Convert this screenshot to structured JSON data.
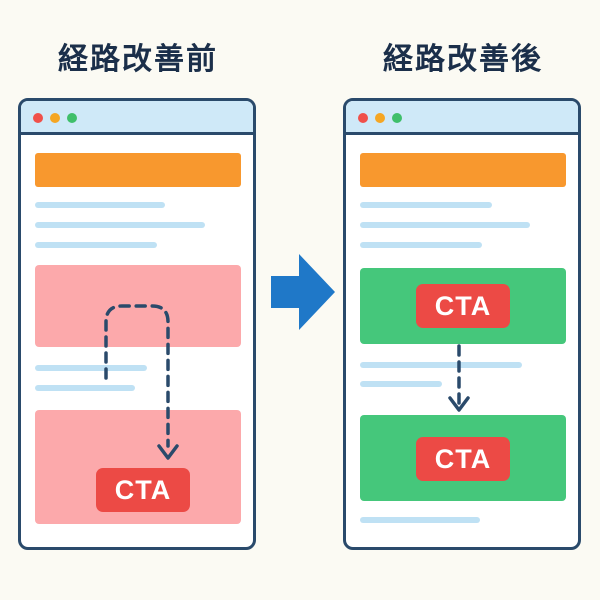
{
  "before": {
    "heading": "経路改善前",
    "cta_label": "CTA"
  },
  "after": {
    "heading": "経路改善後",
    "cta_top_label": "CTA",
    "cta_bottom_label": "CTA"
  },
  "colors": {
    "background": "#fbfaf3",
    "frame_border": "#2a4a6b",
    "titlebar": "#cfe9f8",
    "header_bar": "#f8982e",
    "text_line": "#bfe1f4",
    "before_block": "#fca9ab",
    "after_block": "#45c77b",
    "cta_button": "#ec4a45",
    "flow_arrow": "#2a4a6b",
    "transition_arrow": "#1f78c8"
  },
  "icons": {
    "transition": "right-arrow-icon",
    "window_controls": [
      "close-dot-icon",
      "minimize-dot-icon",
      "maximize-dot-icon"
    ]
  }
}
